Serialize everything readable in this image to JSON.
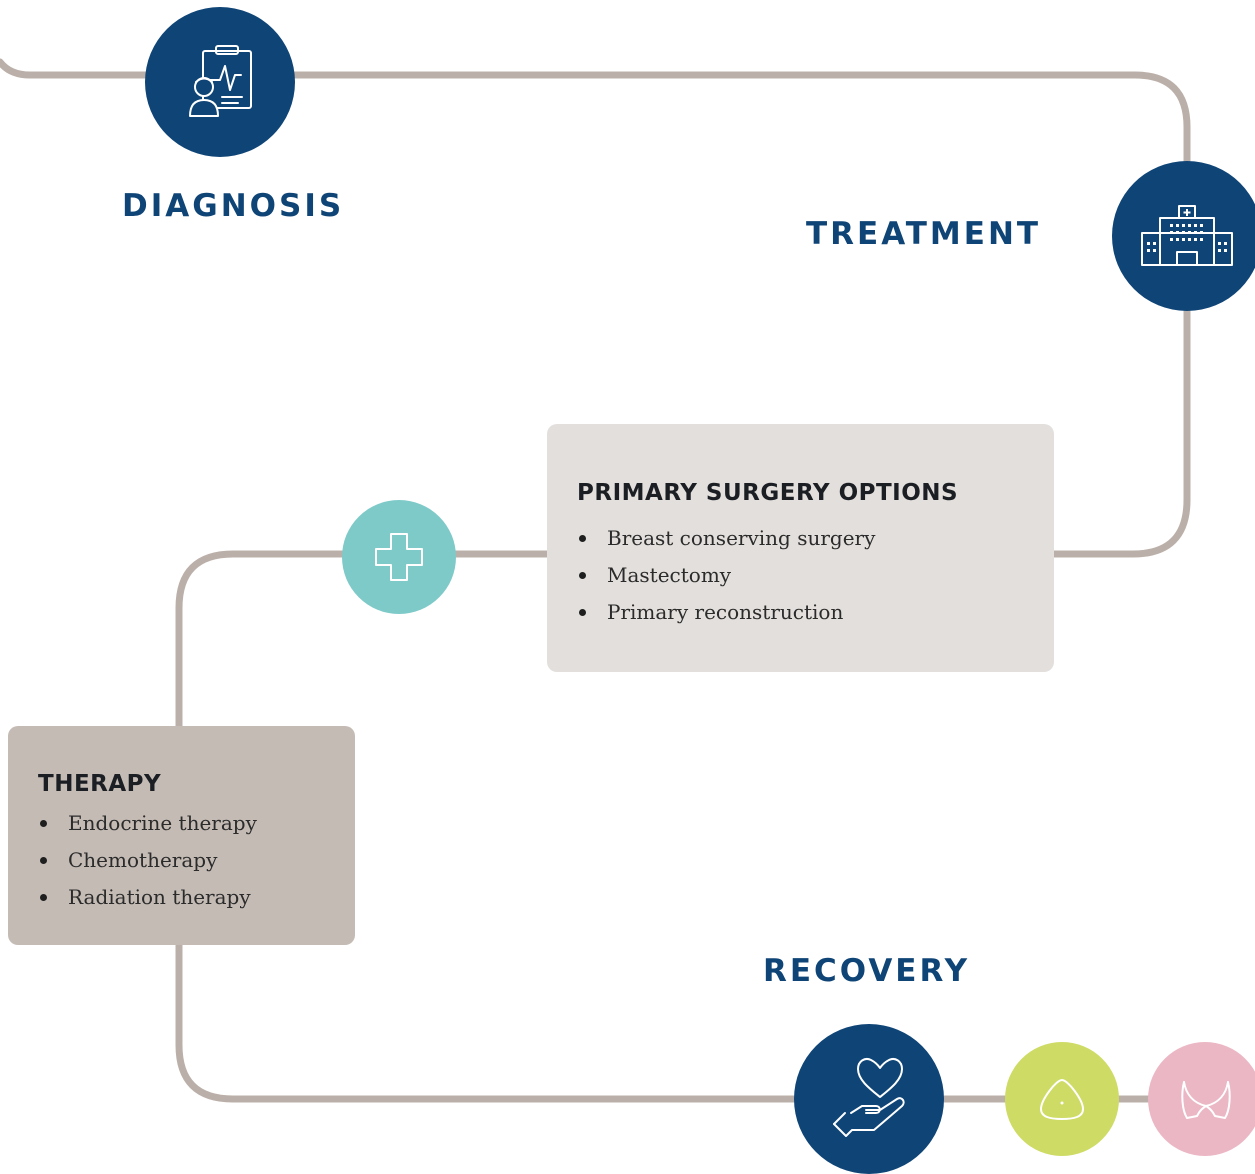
{
  "stages": {
    "diagnosis": {
      "title": "DIAGNOSIS",
      "icon": "clipboard-doctor-icon"
    },
    "treatment": {
      "title": "TREATMENT",
      "icon": "hospital-icon"
    },
    "recovery": {
      "title": "RECOVERY",
      "icon": "heart-hand-icon"
    }
  },
  "surgery": {
    "icon": "medical-cross-icon",
    "title": "PRIMARY SURGERY OPTIONS",
    "items": [
      "Breast conserving surgery",
      "Mastectomy",
      "Primary reconstruction"
    ]
  },
  "therapy": {
    "title": "THERAPY",
    "items": [
      "Endocrine therapy",
      "Chemotherapy",
      "Radiation therapy"
    ]
  },
  "recovery_extras": {
    "prosthesis_icon": "breast-prosthesis-icon",
    "bra_icon": "bra-icon"
  },
  "colors": {
    "navy": "#0e4476",
    "path": "#bbb0a9",
    "teal": "#7ecac9",
    "lime": "#cedb65",
    "pink": "#ebb7c5",
    "surgery_box": "#e3dfdc",
    "therapy_box": "#c4bbb5"
  }
}
